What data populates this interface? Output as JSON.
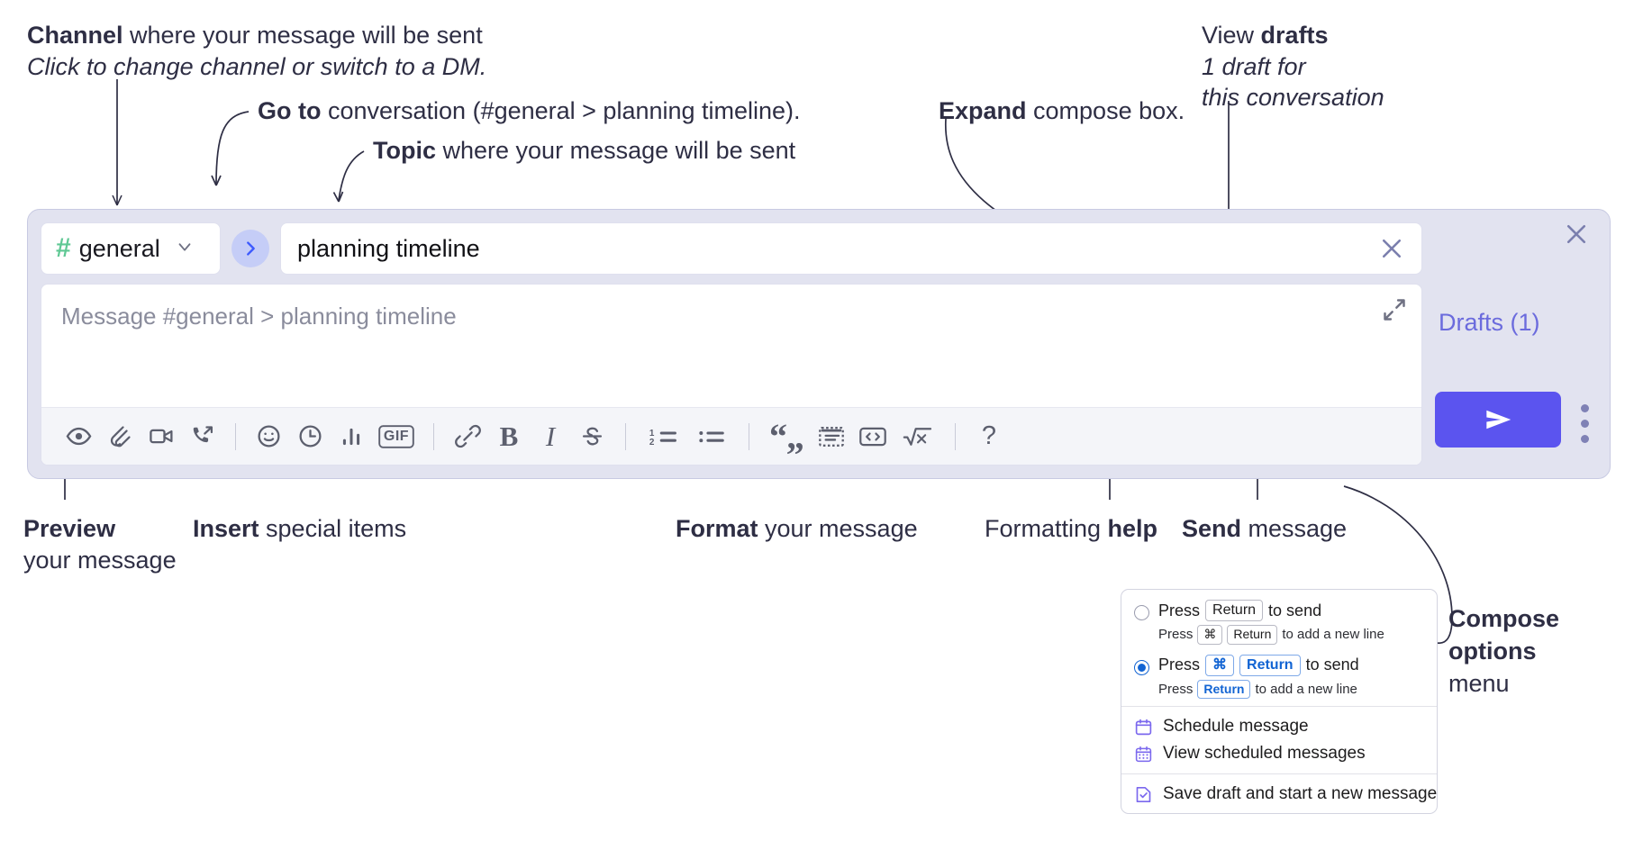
{
  "annotations": {
    "channel": {
      "bold": "Channel",
      "rest": " where your message will be sent",
      "italic": "Click to change channel or switch to a DM."
    },
    "goto": {
      "bold": "Go to",
      "rest": " conversation (#general > planning timeline)."
    },
    "topic": {
      "bold": "Topic",
      "rest": " where your message will be sent"
    },
    "expand": {
      "bold": "Expand",
      "rest": " compose box."
    },
    "drafts": {
      "plain": "View ",
      "bold": "drafts",
      "italic1": "1 draft for",
      "italic2": "this conversation"
    },
    "preview": {
      "bold": "Preview",
      "rest": "your message"
    },
    "insert": {
      "bold": "Insert",
      "rest": " special items"
    },
    "format": {
      "bold": "Format",
      "rest": " your message"
    },
    "help": {
      "plain": "Formatting ",
      "bold": "help"
    },
    "send": {
      "bold": "Send",
      "rest": " message"
    },
    "composeoptions": {
      "bold1": "Compose",
      "bold2": "options",
      "rest": "menu"
    }
  },
  "compose": {
    "channel_label": "general",
    "hash_icon": "#",
    "chevron_icon": "chevron-down",
    "goto_icon": "chevron-right",
    "topic_value": "planning timeline",
    "topic_clear_icon": "close",
    "message_placeholder": "Message #general > planning timeline",
    "expand_icon": "expand-diagonal",
    "close_icon": "close",
    "drafts_label": "Drafts (1)",
    "send_icon": "paper-plane",
    "kebab_icon": "more-vertical",
    "toolbar": [
      {
        "name": "preview-icon",
        "label": "Preview"
      },
      {
        "name": "attachment-icon",
        "label": "Attach file"
      },
      {
        "name": "video-clip-icon",
        "label": "Record video clip"
      },
      {
        "name": "audio-clip-icon",
        "label": "Record audio clip"
      },
      {
        "name": "emoji-icon",
        "label": "Emoji"
      },
      {
        "name": "clock-icon",
        "label": "Reminder"
      },
      {
        "name": "poll-icon",
        "label": "Poll"
      },
      {
        "name": "gif-icon",
        "label": "GIF"
      },
      {
        "name": "link-icon",
        "label": "Link"
      },
      {
        "name": "bold-icon",
        "label": "Bold"
      },
      {
        "name": "italic-icon",
        "label": "Italic"
      },
      {
        "name": "strikethrough-icon",
        "label": "Strikethrough"
      },
      {
        "name": "ordered-list-icon",
        "label": "Ordered list"
      },
      {
        "name": "bulleted-list-icon",
        "label": "Bulleted list"
      },
      {
        "name": "blockquote-icon",
        "label": "Blockquote"
      },
      {
        "name": "code-block-icon",
        "label": "Code block"
      },
      {
        "name": "code-snippet-icon",
        "label": "Code"
      },
      {
        "name": "math-icon",
        "label": "Math"
      },
      {
        "name": "formatting-help-icon",
        "label": "?"
      }
    ],
    "gif_text": "GIF",
    "bold_glyph": "B",
    "italic_glyph": "I",
    "help_glyph": "?"
  },
  "options_menu": {
    "option1": {
      "selected": false,
      "press": "Press",
      "key": "Return",
      "tail": "to send",
      "sub_press": "Press",
      "sub_key1": "⌘",
      "sub_key2": "Return",
      "sub_tail": "to add a new line"
    },
    "option2": {
      "selected": true,
      "press": "Press",
      "key1": "⌘",
      "key2": "Return",
      "tail": "to send",
      "sub_press": "Press",
      "sub_key": "Return",
      "sub_tail": "to add a new line"
    },
    "items": [
      {
        "icon": "calendar-icon",
        "label": "Schedule message"
      },
      {
        "icon": "calendar-grid-icon",
        "label": "View scheduled messages"
      },
      {
        "icon": "save-draft-icon",
        "label": "Save draft and start a new message"
      }
    ]
  },
  "colors": {
    "compose_bg": "#e2e3f0",
    "send_button": "#5b54ef",
    "drafts_text": "#6b6bdd",
    "hash_green": "#5fc894",
    "goto_blue": "#3d5afe",
    "accent_blue": "#1264d3",
    "menu_icon_purple": "#7b68ee"
  }
}
